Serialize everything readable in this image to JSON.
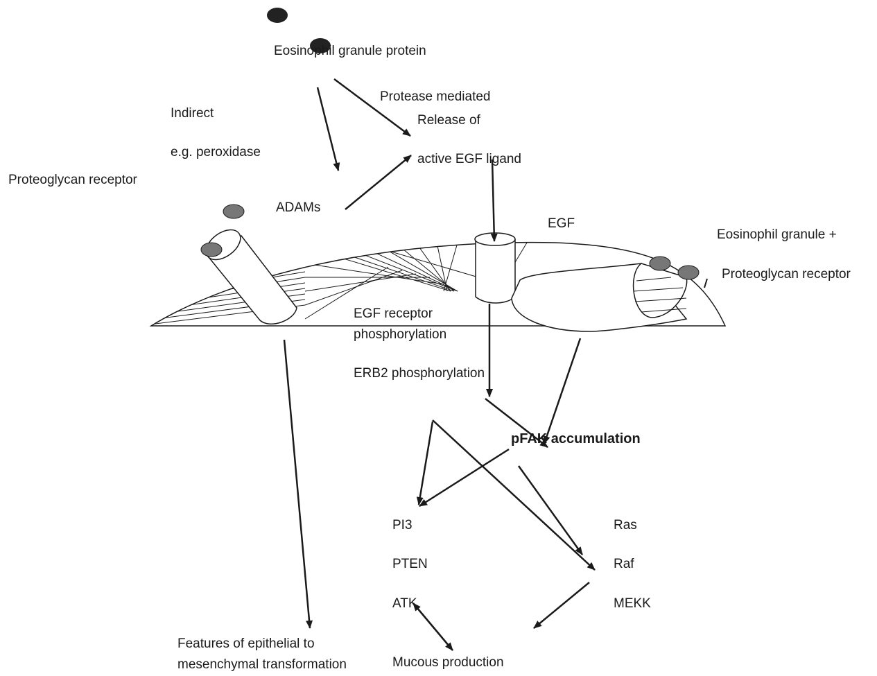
{
  "labels": {
    "eosinophil_granule_protein": "Eosinophil granule protein",
    "protease_mediated": "Protease mediated",
    "release_of": "Release of",
    "active_egf_ligand": "active EGF ligand",
    "indirect": "Indirect",
    "eg_peroxidase": "e.g. peroxidase",
    "proteoglycan_receptor_left": "Proteoglycan receptor",
    "adams": "ADAMs",
    "egf": "EGF",
    "eosinophil_granule_plus": "Eosinophil granule  +",
    "proteoglycan_receptor_right": "Proteoglycan receptor",
    "egf_receptor_phosphorylation": "EGF receptor\nphosphorylation",
    "erb2_phosphorylation": "ERB2 phosphorylation",
    "pfak_accumulation": "pFAK accumulation",
    "pi3": "PI3",
    "pten": "PTEN",
    "atk": "ATK",
    "ras": "Ras",
    "raf": "Raf",
    "mekk": "MEKK",
    "emt_features": "Features of epithelial to\nmesenchymal transformation",
    "mucous_production": "Mucous production"
  },
  "colors": {
    "line": "#1a1a1a",
    "dark_granule": "#222222",
    "receptor_granule": "#777777"
  }
}
